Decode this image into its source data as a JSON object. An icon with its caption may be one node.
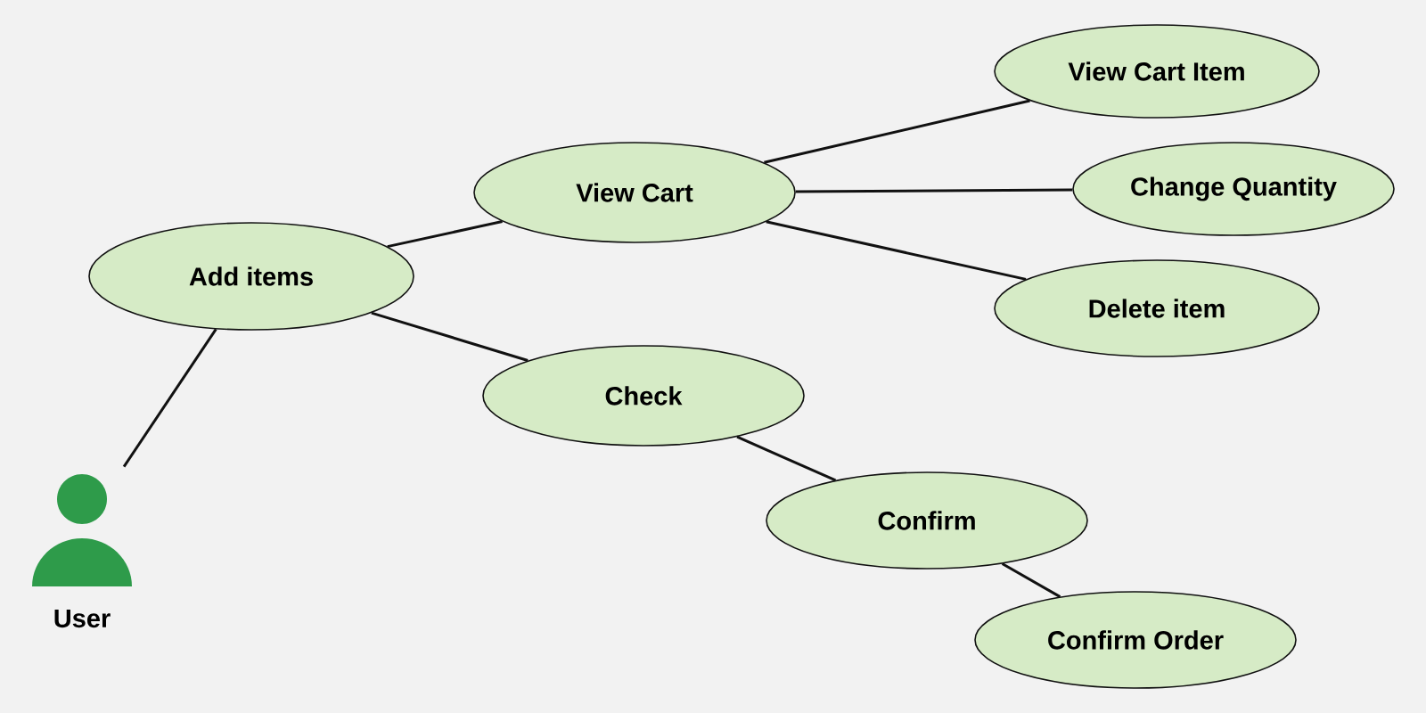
{
  "diagram": {
    "nodes": [
      {
        "text": [],
        "shape": "person",
        "beside": [
          "User"
        ]
      },
      {
        "text": [
          "Add items"
        ]
      },
      {
        "text": [
          "View Cart"
        ]
      },
      {
        "text": [
          "Check"
        ]
      },
      {
        "text": [
          "View Cart Item"
        ]
      },
      {
        "text": [
          "Change Quantity"
        ]
      },
      {
        "text": [
          "Delete item"
        ]
      },
      {
        "text": [
          "Confirm"
        ]
      },
      {
        "text": [
          "Confirm Order"
        ]
      }
    ],
    "edges": [
      {
        "from": 0,
        "to": 1,
        "arrow": "none"
      },
      {
        "from": 1,
        "to": 2,
        "arrow": "none"
      },
      {
        "from": 1,
        "to": 3,
        "arrow": "none"
      },
      {
        "from": 2,
        "to": 4,
        "arrow": "none"
      },
      {
        "from": 2,
        "to": 5,
        "arrow": "none"
      },
      {
        "from": 2,
        "to": 6,
        "arrow": "none"
      },
      {
        "from": 3,
        "to": 7,
        "arrow": "none"
      },
      {
        "from": 7,
        "to": 8,
        "arrow": "none"
      }
    ]
  }
}
